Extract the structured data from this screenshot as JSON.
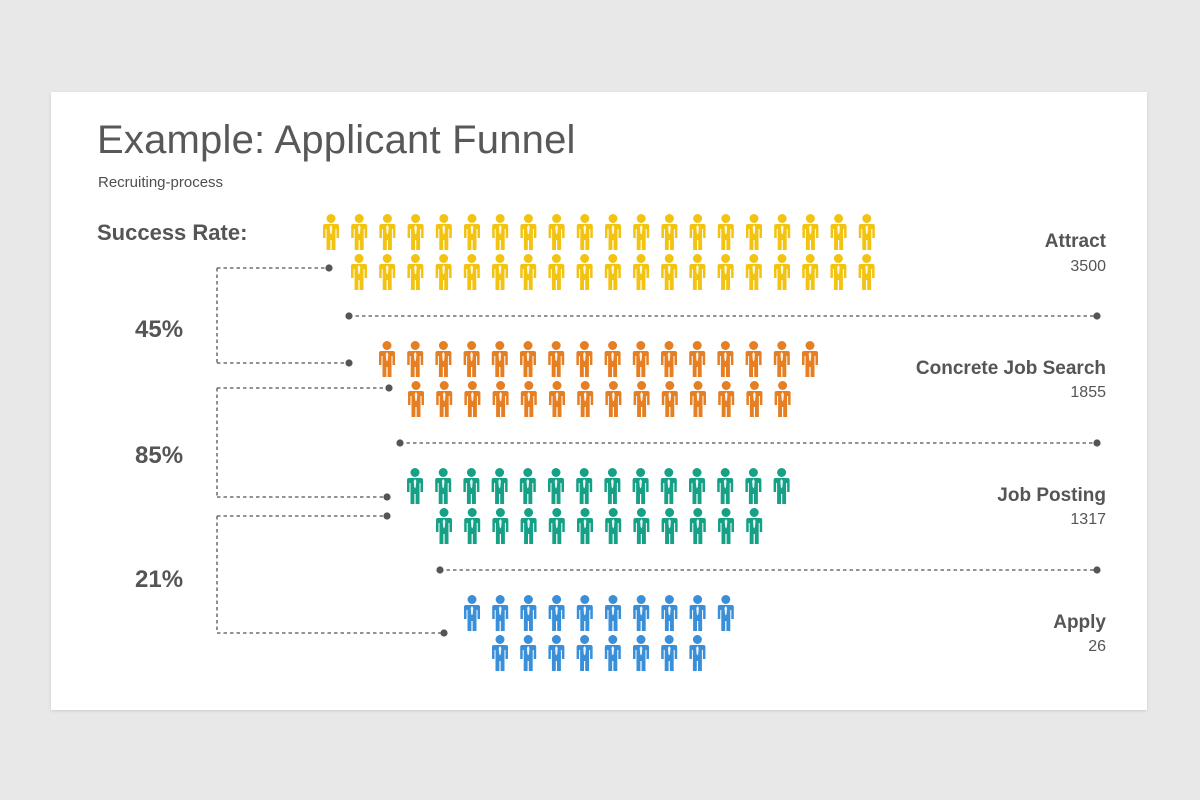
{
  "title": "Example: Applicant Funnel",
  "subtitle": "Recruiting-process",
  "success_rate_heading": "Success Rate:",
  "success_rates": [
    "45%",
    "85%",
    "21%"
  ],
  "colors": {
    "background": "#e9e8e9",
    "slide": "#ffffff",
    "text": "#555555",
    "connector": "#555555",
    "attract": "#f2c311",
    "concrete_job_search": "#e67e22",
    "job_posting": "#16a085",
    "apply": "#3a8fd9"
  },
  "stages": [
    {
      "label": "Attract",
      "count": "3500",
      "color": "#f2c311",
      "rows": [
        20,
        19
      ]
    },
    {
      "label": "Concrete Job Search",
      "count": "1855",
      "color": "#e67e22",
      "rows": [
        16,
        14
      ]
    },
    {
      "label": "Job Posting",
      "count": "1317",
      "color": "#16a085",
      "rows": [
        14,
        12
      ]
    },
    {
      "label": "Apply",
      "count": "26",
      "color": "#3a8fd9",
      "rows": [
        10,
        8
      ]
    }
  ],
  "person_icon": "person-icon"
}
